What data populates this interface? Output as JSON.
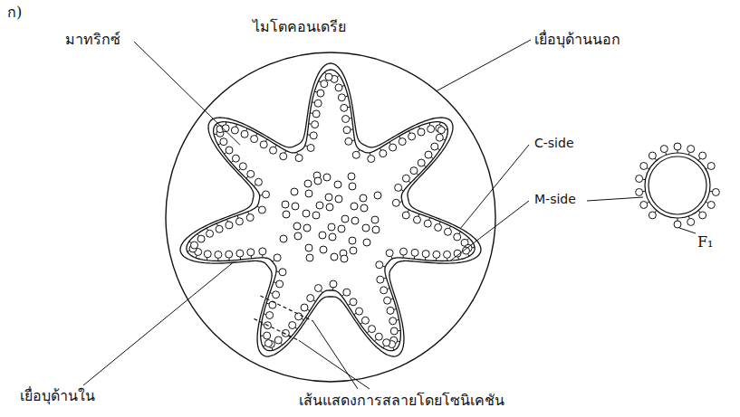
{
  "diagram": {
    "title": "ไมโตคอนเดรีย",
    "labels": [
      "ก)",
      "มาทริกซ์",
      "เยื่อบุด้านนอก",
      "C-side",
      "M-side",
      "F₁",
      "เยื่อบุด้านใน",
      "เส้นแสดงการสลายโดยโซนิเคชัน"
    ]
  }
}
